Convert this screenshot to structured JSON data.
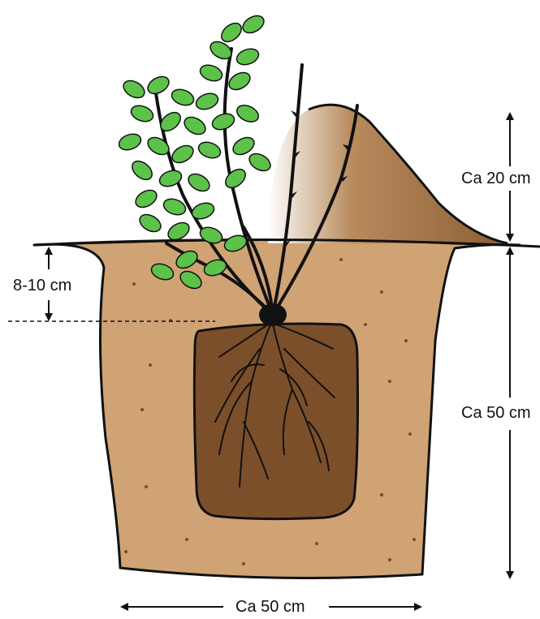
{
  "labels": {
    "mound_height": "Ca 20 cm",
    "planting_depth": "8-10 cm",
    "hole_depth": "Ca 50 cm",
    "hole_width": "Ca 50 cm"
  },
  "colors": {
    "soil": "#d0a375",
    "mound": "#8b5e35",
    "root_ball": "#7c4f2b",
    "leaf": "#5cc24a",
    "outline": "#111111"
  }
}
